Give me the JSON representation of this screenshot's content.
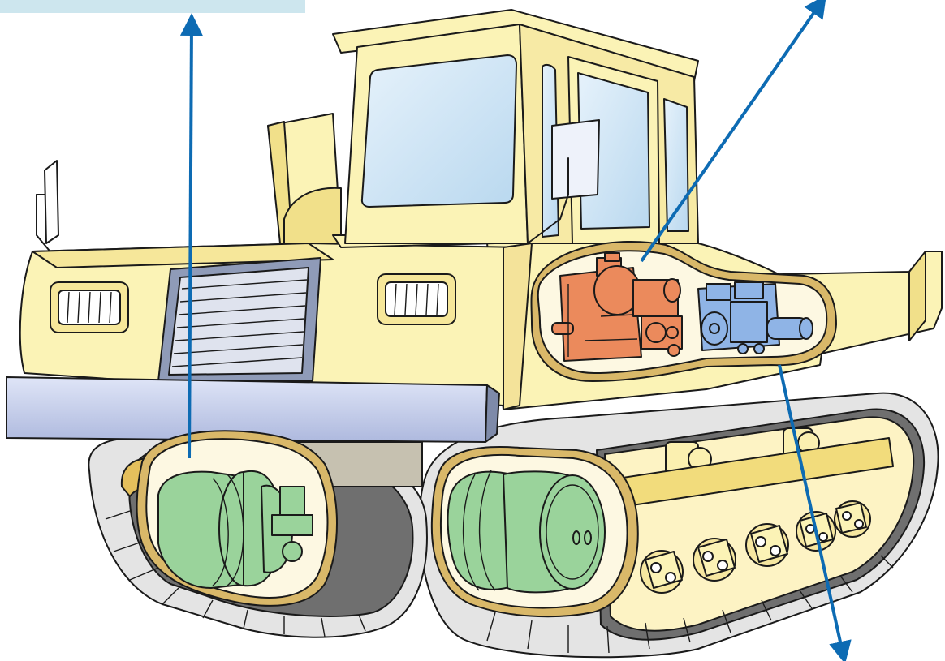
{
  "image": {
    "subject": "tracked-carrier-cutaway",
    "components": [
      "engine",
      "hydraulic-pump",
      "left-travel-motor",
      "right-travel-motor"
    ]
  },
  "colors": {
    "body": "#fbf3b6",
    "body_shade": "#f1e08a",
    "body_dark": "#d9b869",
    "glass": "#cfe6f6",
    "cutaway_interior": "#fdf8e2",
    "engine": "#eb8a5c",
    "pump": "#8fb4e6",
    "travel_motor": "#9ad39b",
    "track": "#e4e4e4",
    "bumper": "#c9d3ef",
    "arrow": "#0d6bb3",
    "label_box": "#cde6ee"
  }
}
